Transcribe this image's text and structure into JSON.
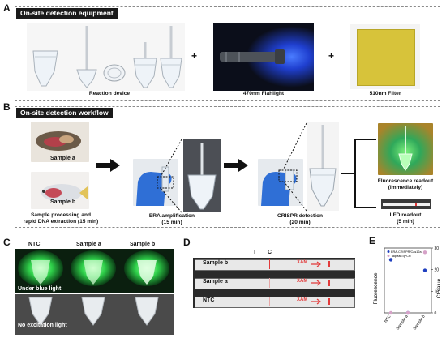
{
  "panelA": {
    "letter": "A",
    "title": "On-site detection equipment",
    "reaction_label": "Reaction device",
    "flashlight_label": "470nm Flahlight",
    "filter_label": "510nm Filter",
    "plus": "+"
  },
  "panelB": {
    "letter": "B",
    "title": "On-site detection workflow",
    "sample_a": "Sample a",
    "sample_b": "Sample b",
    "processing_label_1": "Sample processing and",
    "processing_label_2": "rapid DNA extraction (15 min)",
    "era_label_1": "ERA amplification",
    "era_label_2": "(15 min)",
    "crispr_label_1": "CRISPR detection",
    "crispr_label_2": "(20 min)",
    "fluor_label_1": "Fluorescence readout",
    "fluor_label_2": "(Immediately)",
    "lfd_label_1": "LFD readout",
    "lfd_label_2": "(5 min)"
  },
  "panelC": {
    "letter": "C",
    "columns": [
      "NTC",
      "Sample a",
      "Sample b"
    ],
    "top_caption": "Under blue light",
    "bottom_caption": "No excitation light"
  },
  "panelD": {
    "letter": "D",
    "t_label": "T",
    "c_label": "C",
    "strips": [
      {
        "label": "Sample b",
        "mark": "XAM"
      },
      {
        "label": "Sample a",
        "mark": "XAM"
      },
      {
        "label": "NTC",
        "mark": "XAM"
      }
    ]
  },
  "panelE": {
    "letter": "E",
    "chart_data": {
      "type": "scatter",
      "categories": [
        "NTC",
        "Sample a",
        "Sample b"
      ],
      "ylabel_left": "Fluorescence",
      "ylabel_right": "Ct Value",
      "ylim_right": [
        0,
        30
      ],
      "yticks_right": [
        "0",
        "10",
        "20",
        "30"
      ],
      "legend": [
        "ERA-CRISPR/Cas12a",
        "TaqMan qPCR"
      ],
      "series": [
        {
          "name": "ERA-CRISPR/Cas12a",
          "axis": "left",
          "color": "#1f3fbf",
          "values": [
            1,
            0,
            0.8
          ]
        },
        {
          "name": "TaqMan qPCR",
          "axis": "right",
          "color": "#d6a2c8",
          "values": [
            0,
            0,
            28
          ]
        }
      ]
    }
  },
  "colors": {
    "blue_light": "#2a6dff",
    "green_glow": "#39e04a",
    "filter_yellow": "#d7c33a",
    "glove_blue": "#2f6fd6",
    "strip_red": "#e23a3a"
  }
}
